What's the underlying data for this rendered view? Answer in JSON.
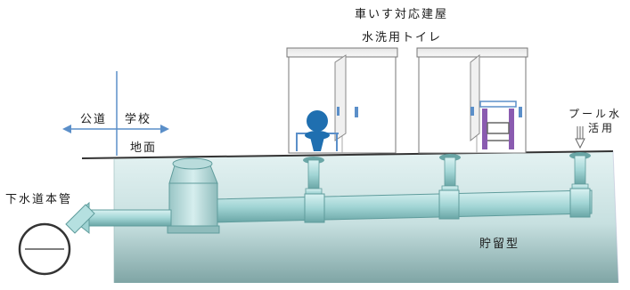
{
  "labels": {
    "building_line1": "車いす対応建屋",
    "building_line2": "水洗用トイレ",
    "public_road": "公道",
    "school": "学校",
    "ground": "地面",
    "sewer_main": "下水道本管",
    "pool_water_line1": "プール水",
    "pool_water_line2": "活用",
    "storage_type": "貯留型"
  },
  "colors": {
    "ground_fill": "#cfe6e6",
    "pipe": "#a8dada",
    "pipe_dark": "#5f9c9c",
    "arrow_blue": "#5b8fc9",
    "building_wall": "#ffffff",
    "door_panel": "#f2f2f2",
    "toilet_blue": "#1f6fb0",
    "wheelchair_purple": "#8a5bb0"
  },
  "icons": {
    "left_right_arrow": "arrow-left-right-icon",
    "down_arrow": "arrow-down-icon",
    "toilet": "toilet-icon",
    "wheelchair": "wheelchair-icon"
  }
}
